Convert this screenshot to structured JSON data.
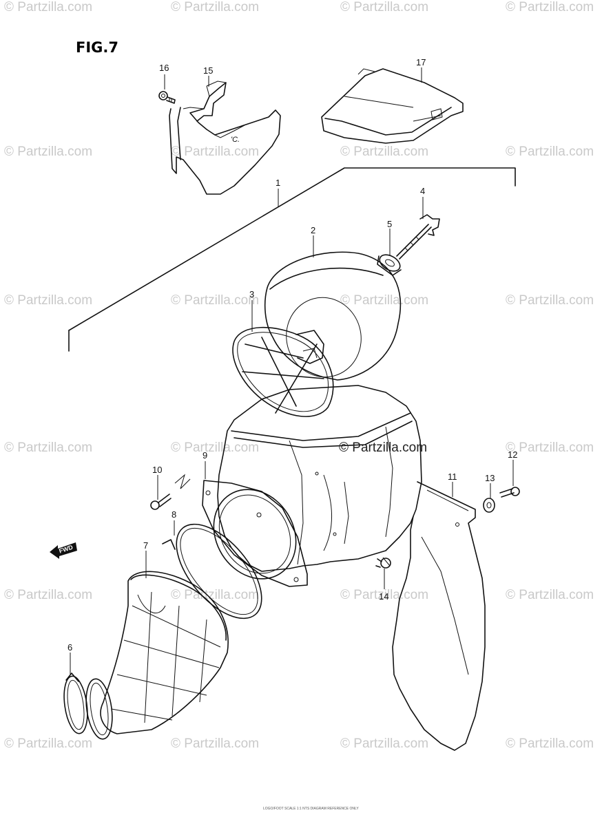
{
  "figure": {
    "title": "FIG.7"
  },
  "watermark": {
    "text": "© Partzilla.com",
    "main_text": "© Partzilla.com"
  },
  "fwd_label": "FWD",
  "callouts": [
    {
      "id": "16",
      "label": "16"
    },
    {
      "id": "15",
      "label": "15"
    },
    {
      "id": "17",
      "label": "17"
    },
    {
      "id": "1",
      "label": "1"
    },
    {
      "id": "4",
      "label": "4"
    },
    {
      "id": "5",
      "label": "5"
    },
    {
      "id": "2",
      "label": "2"
    },
    {
      "id": "3",
      "label": "3"
    },
    {
      "id": "9",
      "label": "9"
    },
    {
      "id": "10",
      "label": "10"
    },
    {
      "id": "12",
      "label": "12"
    },
    {
      "id": "11",
      "label": "11"
    },
    {
      "id": "13",
      "label": "13"
    },
    {
      "id": "8",
      "label": "8"
    },
    {
      "id": "7",
      "label": "7"
    },
    {
      "id": "14",
      "label": "14"
    },
    {
      "id": "6",
      "label": "6"
    }
  ],
  "footer_note": "LOGO/FOOT SCALE  1:1 NTS DIAGRAM REFERENCE ONLY"
}
